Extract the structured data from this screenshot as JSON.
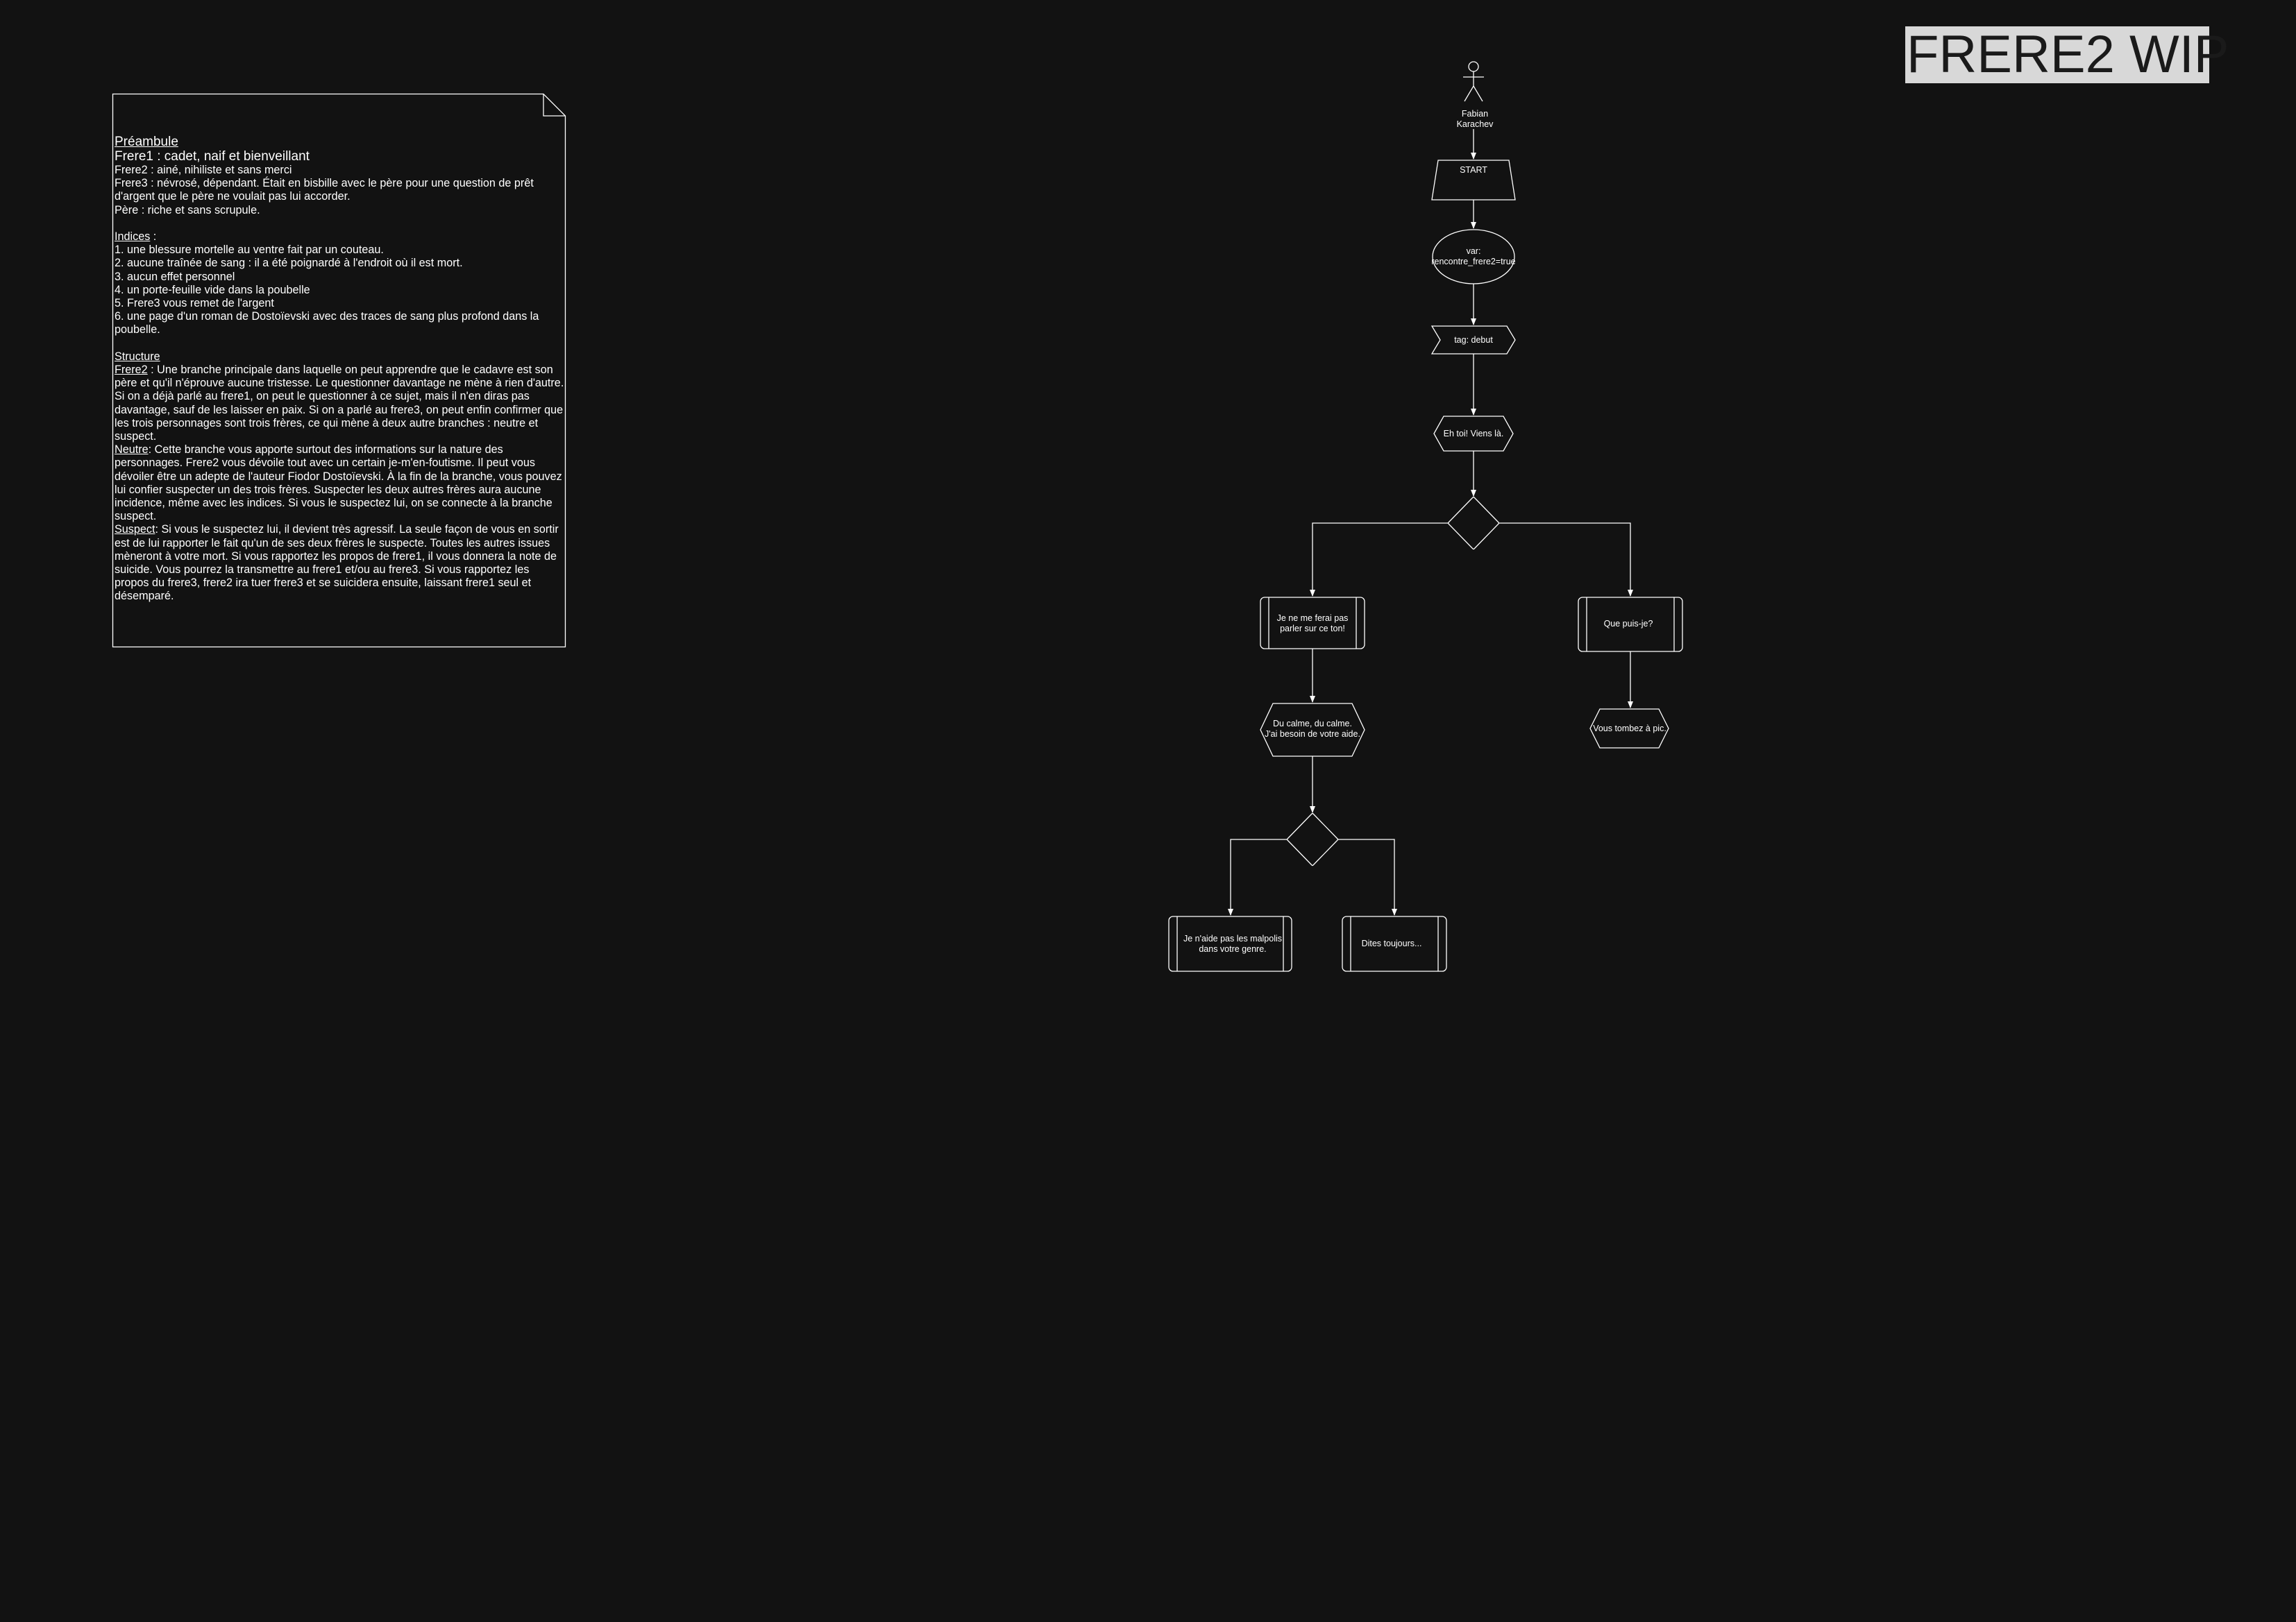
{
  "title": "FRERE2 WIP",
  "colors": {
    "background": "#121212",
    "stroke": "#ffffff",
    "badge": "#d8d8d8"
  },
  "note": {
    "heading_preambule": "Préambule",
    "preambule_lines": [
      "Frere1 : cadet, naif et bienveillant",
      "Frere2 : ainé, nihiliste et sans merci",
      "Frere3 : névrosé, dépendant. Était en bisbille avec le père pour une question de prêt d'argent que le père ne voulait pas lui accorder.",
      "Père : riche et sans scrupule."
    ],
    "heading_indices": "Indices",
    "indices_suffix": " :",
    "indices": [
      "1. une blessure mortelle au ventre fait par un couteau.",
      "2. aucune traînée de sang : il a été poignardé à l'endroit où il est mort.",
      "3. aucun effet personnel",
      "4. un porte-feuille vide dans la poubelle",
      "5. Frere3 vous remet de l'argent",
      "6. une page d'un roman de Dostoïevski avec des traces de sang plus profond dans la poubelle."
    ],
    "heading_structure": "Structure",
    "structure_frere2_label": "Frere2",
    "structure_frere2_text": " : Une branche principale dans laquelle on peut apprendre que le cadavre est son père et qu'il n'éprouve aucune tristesse. Le questionner davantage ne mène à rien d'autre. Si on a déjà parlé au frere1, on peut le questionner à ce sujet, mais il n'en diras pas davantage, sauf de les laisser en paix. Si on a parlé au frere3, on peut enfin confirmer que les trois personnages sont trois frères, ce qui mène à deux autre branches : neutre et suspect.",
    "structure_neutre_label": "Neutre",
    "structure_neutre_text": ": Cette branche vous apporte surtout des informations sur la nature des personnages. Frere2 vous dévoile tout avec un certain je-m'en-foutisme. Il peut vous dévoiler être un adepte de l'auteur Fiodor Dostoïevski. À la fin de la branche, vous pouvez lui confier suspecter un des trois frères. Suspecter les deux autres frères aura aucune incidence, même avec les indices. Si vous le suspectez lui, on se connecte à la branche suspect.",
    "structure_suspect_label": "Suspect",
    "structure_suspect_text": ": Si vous le suspectez lui, il devient très agressif. La seule façon de vous en sortir est de lui rapporter le fait qu'un de ses deux frères le suspecte. Toutes les autres issues mèneront à votre mort. Si vous rapportez les propos de frere1, il vous donnera la note de suicide. Vous pourrez la transmettre au frere1 et/ou au frere3. Si vous rapportez les propos du frere3, frere2 ira tuer frere3 et se suicidera ensuite, laissant frere1 seul et désemparé."
  },
  "flow": {
    "actor_lines": [
      "Fabian",
      "Karachev"
    ],
    "start": "START",
    "var_lines": [
      "var:",
      "rencontre_frere2=true"
    ],
    "tag": "tag: debut",
    "greeting": "Eh toi! Viens là.",
    "choice_left_lines": [
      "Je ne me ferai pas",
      "parler sur ce ton!"
    ],
    "choice_right": "Que puis-je?",
    "reply_left_lines": [
      "Du calme, du calme.",
      "J'ai besoin de votre aide."
    ],
    "reply_right": "Vous tombez à pic.",
    "choice_ll_lines": [
      "Je n'aide pas les malpolis",
      "dans votre genre."
    ],
    "choice_lr": "Dites toujours..."
  }
}
